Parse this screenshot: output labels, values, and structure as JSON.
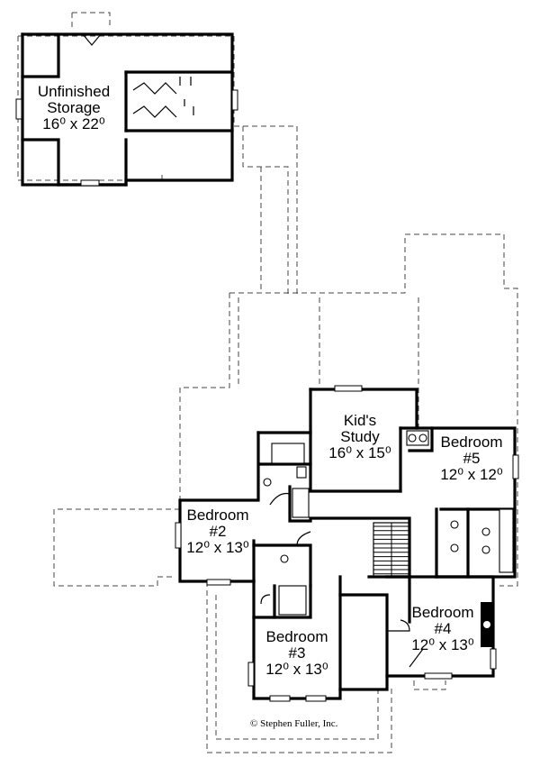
{
  "rooms": [
    {
      "id": "storage",
      "lines": [
        "Unfinished",
        "Storage",
        "16⁰ x 22⁰"
      ]
    },
    {
      "id": "study",
      "lines": [
        "Kid's",
        "Study",
        "16⁰ x 15⁰"
      ]
    },
    {
      "id": "bed5",
      "lines": [
        "Bedroom",
        "#5",
        "12⁰ x 12⁰"
      ]
    },
    {
      "id": "bed2",
      "lines": [
        "Bedroom",
        "#2",
        "12⁰ x 13⁰"
      ]
    },
    {
      "id": "bed3",
      "lines": [
        "Bedroom",
        "#3",
        "12⁰ x 13⁰"
      ]
    },
    {
      "id": "bed4",
      "lines": [
        "Bedroom",
        "#4",
        "12⁰ x 13⁰"
      ]
    }
  ],
  "copyright": "© Stephen Fuller, Inc."
}
